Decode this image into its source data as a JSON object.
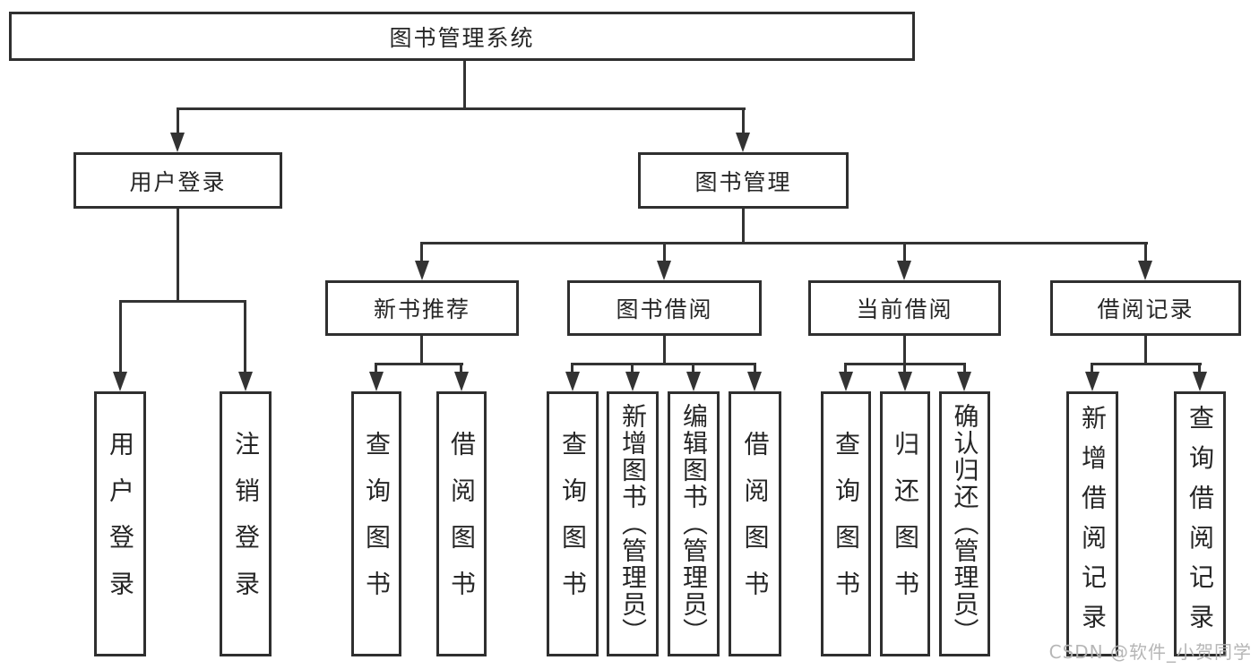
{
  "diagram": {
    "root": "图书管理系统",
    "level2": {
      "login": "用户登录",
      "management": "图书管理"
    },
    "level3": [
      "新书推荐",
      "图书借阅",
      "当前借阅",
      "借阅记录"
    ],
    "leaves": {
      "login": [
        "用户登录",
        "注销登录"
      ],
      "newbook": [
        "查询图书",
        "借阅图书"
      ],
      "borrow": [
        "查询图书",
        "新增图书（管理员）",
        "编辑图书（管理员）",
        "借阅图书"
      ],
      "current": [
        "查询图书",
        "归还图书",
        "确认归还（管理员）"
      ],
      "records": [
        "新增借阅记录",
        "查询借阅记录"
      ]
    },
    "watermark": "CSDN @软件_小贺同学",
    "colors": {
      "line": "#333333",
      "border": "#2f2f2f",
      "text": "#262626",
      "background": "#ffffff",
      "watermark": "#b2b2b2"
    }
  }
}
